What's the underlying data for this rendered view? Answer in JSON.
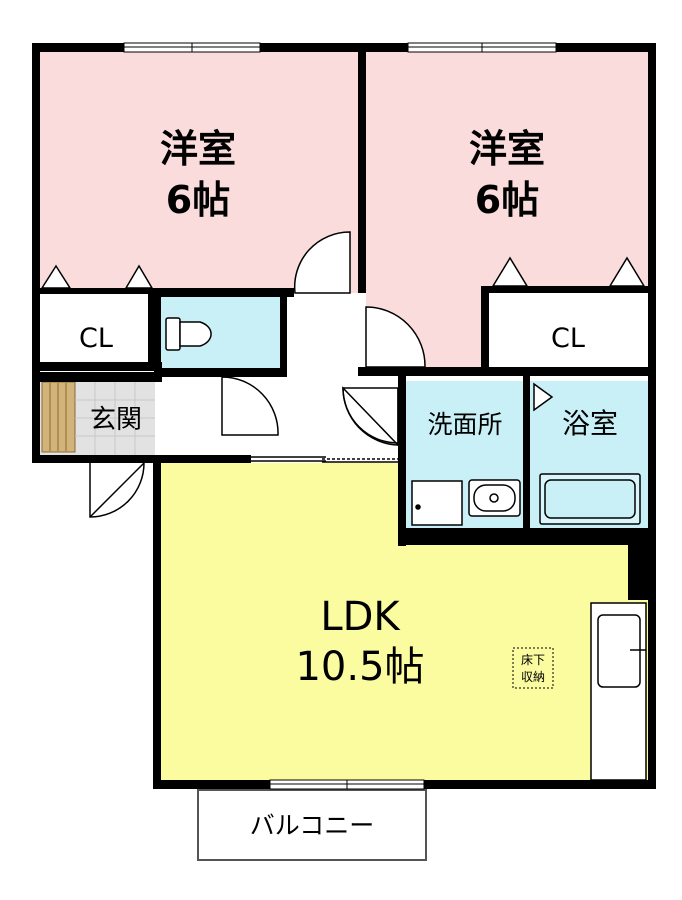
{
  "rooms": {
    "western_room_left": {
      "name": "洋室",
      "size": "6帖"
    },
    "western_room_right": {
      "name": "洋室",
      "size": "6帖"
    },
    "closet_left": {
      "name": "CL"
    },
    "closet_right": {
      "name": "CL"
    },
    "entrance": {
      "name": "玄関"
    },
    "washroom": {
      "name": "洗面所"
    },
    "bathroom": {
      "name": "浴室"
    },
    "ldk": {
      "name": "LDK",
      "size": "10.5帖"
    },
    "balcony": {
      "name": "バルコニー"
    }
  },
  "underfloor_storage": {
    "line1": "床下",
    "line2": "収納"
  },
  "colors": {
    "western_room": "#fadcdc",
    "wet_area": "#c8f0f6",
    "ldk": "#fbfba0",
    "entrance_floor": "#dcdcdc",
    "shoe_storage": "#d2b37a",
    "wall": "#000000"
  }
}
